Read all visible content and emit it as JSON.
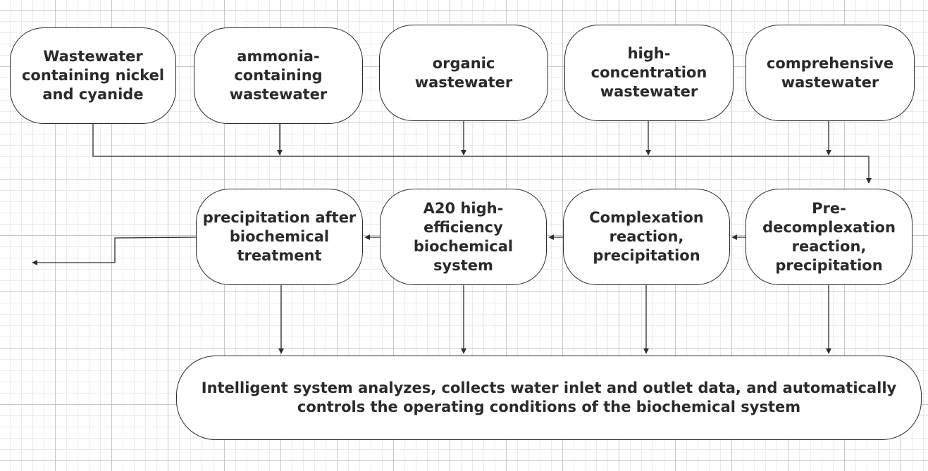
{
  "diagram": {
    "sources": [
      {
        "id": "nickel",
        "label": "Wastewater containing nickel and cyanide"
      },
      {
        "id": "ammonia",
        "label": "ammonia-containing wastewater"
      },
      {
        "id": "organic",
        "label": "organic wastewater"
      },
      {
        "id": "highconc",
        "label": "high-concentration wastewater"
      },
      {
        "id": "comp",
        "label": "comprehensive wastewater"
      }
    ],
    "process": [
      {
        "id": "predecomp",
        "label": "Pre-decomplexation reaction, precipitation"
      },
      {
        "id": "complex",
        "label": "Complexation reaction, precipitation"
      },
      {
        "id": "a20",
        "label": "A20 high-efficiency biochemical system"
      },
      {
        "id": "precip",
        "label": "precipitation after biochemical treatment"
      }
    ],
    "control": {
      "id": "intelligent",
      "label": "Intelligent system analyzes, collects water inlet and outlet data, and automatically controls the operating conditions of the biochemical system"
    },
    "colors": {
      "stroke": "#2b2b2b",
      "text": "#2a2a2a",
      "background": "#ffffff",
      "grid_major": "#c9c9c9",
      "grid_minor": "#ebebeb"
    }
  }
}
